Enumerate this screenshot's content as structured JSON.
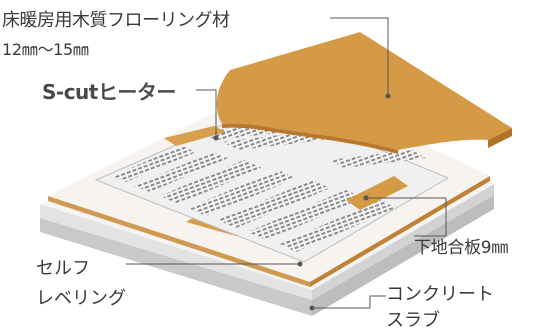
{
  "labels": {
    "flooring": "床暖房用木質フローリング材",
    "thickness": "12㎜～15㎜",
    "heater": "S-cutヒーター",
    "subfloor": "下地合板9㎜",
    "self_leveling_1": "セルフ",
    "self_leveling_2": "レベリング",
    "concrete_1": "コンクリート",
    "concrete_2": "スラブ"
  },
  "colors": {
    "wood": "#d59a45",
    "wood_dark": "#b9772c",
    "plywood_edge": "#c58a3a",
    "heater_sheet": "#f2f2f2",
    "heater_line": "#777777",
    "leveling_top": "#f4f4f4",
    "slab_side": "#d8d8d8",
    "slab_front": "#c4c4c4",
    "leader_line": "#555555",
    "text": "#3a3a3a"
  },
  "icons": {
    "leader_end": "dot",
    "layer_pointer": "arrow"
  }
}
